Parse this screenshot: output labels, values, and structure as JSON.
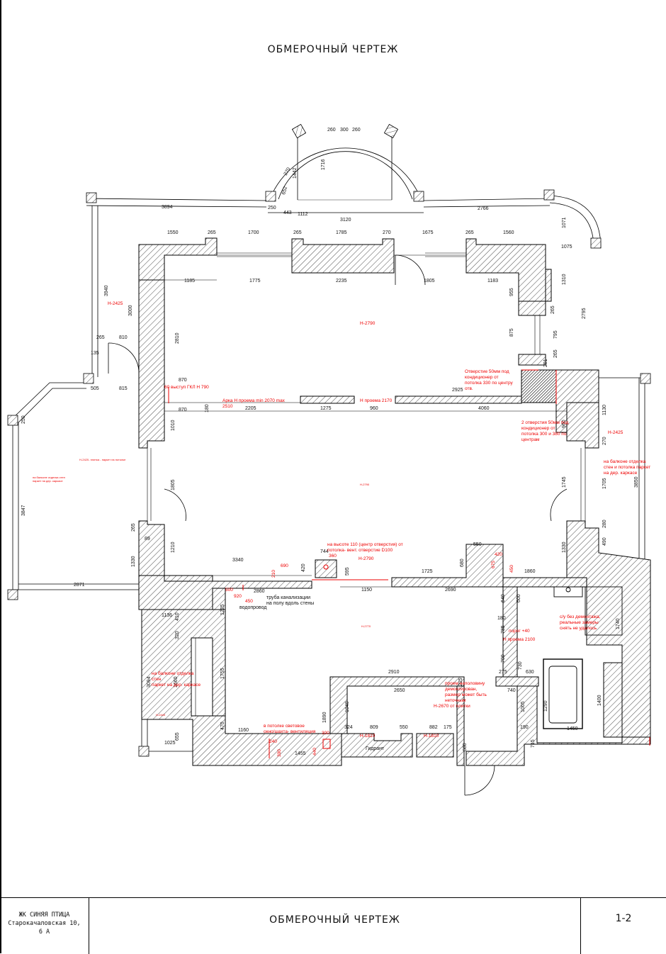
{
  "sheet": {
    "title_top": "ОБМЕРОЧНЫЙ ЧЕРТЕЖ",
    "title_stamp": "ОБМЕРОЧНЫЙ ЧЕРТЕЖ",
    "address_line1": "ЖК СИНЯЯ ПТИЦА",
    "address_line2": "Старокачаловская 10,",
    "address_line3": "6 А",
    "sheet_number": "1-2"
  },
  "colors": {
    "annotation": "#e00000",
    "line": "#000000"
  },
  "dimensions": [
    {
      "id": "d1",
      "text": "260"
    },
    {
      "id": "d2",
      "text": "300"
    },
    {
      "id": "d3",
      "text": "260"
    },
    {
      "id": "d4",
      "text": "1716"
    },
    {
      "id": "d5",
      "text": "270"
    },
    {
      "id": "d6",
      "text": "1442"
    },
    {
      "id": "d7",
      "text": "652"
    },
    {
      "id": "d8",
      "text": "250"
    },
    {
      "id": "d9",
      "text": "443"
    },
    {
      "id": "d10",
      "text": "1112"
    },
    {
      "id": "d11",
      "text": "3120"
    },
    {
      "id": "d12",
      "text": "3894"
    },
    {
      "id": "d13",
      "text": "2766"
    },
    {
      "id": "d14",
      "text": "1071"
    },
    {
      "id": "d15",
      "text": "1075"
    },
    {
      "id": "d16",
      "text": "1550"
    },
    {
      "id": "d17",
      "text": "265"
    },
    {
      "id": "d18",
      "text": "1700"
    },
    {
      "id": "d19",
      "text": "265"
    },
    {
      "id": "d20",
      "text": "1785"
    },
    {
      "id": "d21",
      "text": "270"
    },
    {
      "id": "d22",
      "text": "1675"
    },
    {
      "id": "d23",
      "text": "265"
    },
    {
      "id": "d24",
      "text": "1560"
    },
    {
      "id": "d25",
      "text": "1185"
    },
    {
      "id": "d26",
      "text": "1775"
    },
    {
      "id": "d27",
      "text": "2235"
    },
    {
      "id": "d28",
      "text": "1805"
    },
    {
      "id": "d29",
      "text": "1183"
    },
    {
      "id": "d30",
      "text": "1310"
    },
    {
      "id": "d31",
      "text": "2795"
    },
    {
      "id": "d32",
      "text": "3940"
    },
    {
      "id": "d33",
      "text": "3000"
    },
    {
      "id": "d34",
      "text": "2810"
    },
    {
      "id": "d35",
      "text": "955"
    },
    {
      "id": "d36",
      "text": "265"
    },
    {
      "id": "d37",
      "text": "875"
    },
    {
      "id": "d38",
      "text": "795"
    },
    {
      "id": "d39",
      "text": "265"
    },
    {
      "id": "d40",
      "text": "201"
    },
    {
      "id": "d41",
      "text": "265"
    },
    {
      "id": "d42",
      "text": "810"
    },
    {
      "id": "d43",
      "text": "135"
    },
    {
      "id": "d44",
      "text": "505"
    },
    {
      "id": "d45",
      "text": "815"
    },
    {
      "id": "d46",
      "text": "870"
    },
    {
      "id": "d47",
      "text": "870"
    },
    {
      "id": "d48",
      "text": "180"
    },
    {
      "id": "d49",
      "text": "2205"
    },
    {
      "id": "d50",
      "text": "1275"
    },
    {
      "id": "d51",
      "text": "960"
    },
    {
      "id": "d52",
      "text": "4060"
    },
    {
      "id": "d53",
      "text": "2925"
    },
    {
      "id": "d54",
      "text": "1130"
    },
    {
      "id": "d55",
      "text": "960"
    },
    {
      "id": "d56",
      "text": "270"
    },
    {
      "id": "d57",
      "text": "1705"
    },
    {
      "id": "d58",
      "text": "3850"
    },
    {
      "id": "d59",
      "text": "250"
    },
    {
      "id": "d60",
      "text": "1010"
    },
    {
      "id": "d61",
      "text": "1805"
    },
    {
      "id": "d62",
      "text": "1745"
    },
    {
      "id": "d63",
      "text": "3847"
    },
    {
      "id": "d64",
      "text": "265"
    },
    {
      "id": "d65",
      "text": "89"
    },
    {
      "id": "d66",
      "text": "1210"
    },
    {
      "id": "d67",
      "text": "1330"
    },
    {
      "id": "d68",
      "text": "280"
    },
    {
      "id": "d69",
      "text": "490"
    },
    {
      "id": "d70",
      "text": "1330"
    },
    {
      "id": "d71",
      "text": "3340"
    },
    {
      "id": "d72",
      "text": "420"
    },
    {
      "id": "d73",
      "text": "744"
    },
    {
      "id": "d74",
      "text": "595"
    },
    {
      "id": "d75",
      "text": "550"
    },
    {
      "id": "d76",
      "text": "680"
    },
    {
      "id": "d77",
      "text": "1725"
    },
    {
      "id": "d78",
      "text": "1860"
    },
    {
      "id": "d79",
      "text": "2871"
    },
    {
      "id": "d80",
      "text": "2860"
    },
    {
      "id": "d81",
      "text": "1150"
    },
    {
      "id": "d82",
      "text": "2690"
    },
    {
      "id": "d83",
      "text": "1136"
    },
    {
      "id": "d84",
      "text": "410"
    },
    {
      "id": "d85",
      "text": "1225"
    },
    {
      "id": "d86",
      "text": "320"
    },
    {
      "id": "d87",
      "text": "640"
    },
    {
      "id": "d88",
      "text": "600"
    },
    {
      "id": "d89",
      "text": "180"
    },
    {
      "id": "d90",
      "text": "785"
    },
    {
      "id": "d91",
      "text": "700"
    },
    {
      "id": "d92",
      "text": "1740"
    },
    {
      "id": "d93",
      "text": "3094"
    },
    {
      "id": "d94",
      "text": "1660"
    },
    {
      "id": "d95",
      "text": "1755"
    },
    {
      "id": "d96",
      "text": "2910"
    },
    {
      "id": "d97",
      "text": "275"
    },
    {
      "id": "d98",
      "text": "730"
    },
    {
      "id": "d99",
      "text": "630"
    },
    {
      "id": "d100",
      "text": "2650"
    },
    {
      "id": "d101",
      "text": "225"
    },
    {
      "id": "d102",
      "text": "740"
    },
    {
      "id": "d103",
      "text": "1290"
    },
    {
      "id": "d104",
      "text": "1400"
    },
    {
      "id": "d105",
      "text": "1890"
    },
    {
      "id": "d106",
      "text": "1040"
    },
    {
      "id": "d107",
      "text": "1005"
    },
    {
      "id": "d108",
      "text": "470"
    },
    {
      "id": "d109",
      "text": "1160"
    },
    {
      "id": "d110",
      "text": "324"
    },
    {
      "id": "d111",
      "text": "809"
    },
    {
      "id": "d112",
      "text": "550"
    },
    {
      "id": "d113",
      "text": "882"
    },
    {
      "id": "d114",
      "text": "175"
    },
    {
      "id": "d115",
      "text": "190"
    },
    {
      "id": "d116",
      "text": "1450"
    },
    {
      "id": "d117",
      "text": "655"
    },
    {
      "id": "d118",
      "text": "1025"
    },
    {
      "id": "d119",
      "text": "1455"
    },
    {
      "id": "d120",
      "text": "715"
    },
    {
      "id": "d121",
      "text": "680"
    }
  ],
  "annotations": [
    {
      "id": "a1",
      "text": "Н-2425"
    },
    {
      "id": "a2",
      "text": "Н-2790"
    },
    {
      "id": "a3",
      "text": "Отверстие 50мм под"
    },
    {
      "id": "a4",
      "text": "кондиционер от"
    },
    {
      "id": "a5",
      "text": "потолка 330 по центру"
    },
    {
      "id": "a6",
      "text": "отв."
    },
    {
      "id": "a7",
      "text": "60 выступ ГКЛ Н 790"
    },
    {
      "id": "a8",
      "text": "Арка Н проема  min 2070 max"
    },
    {
      "id": "a9",
      "text": "2510"
    },
    {
      "id": "a10",
      "text": "Н проема 2170"
    },
    {
      "id": "a11",
      "text": "2 отверстия 50мм под"
    },
    {
      "id": "a12",
      "text": "кондиционер от"
    },
    {
      "id": "a13",
      "text": "потолка 300 и 380 по"
    },
    {
      "id": "a14",
      "text": "центрам"
    },
    {
      "id": "a15",
      "text": "Н-2425"
    },
    {
      "id": "a16",
      "text": "на балконе отделка"
    },
    {
      "id": "a17",
      "text": "стен и потолка паркет"
    },
    {
      "id": "a18",
      "text": "на дер. каркасе"
    },
    {
      "id": "a19",
      "text": "Н-2420- плитка - паркет на потолке"
    },
    {
      "id": "a20",
      "text": "на балконе отделка стен"
    },
    {
      "id": "a21",
      "text": "паркет на дер. каркасе"
    },
    {
      "id": "a22",
      "text": "Н-2790"
    },
    {
      "id": "a23",
      "text": "на высоте 110 (центр отверстия)  от"
    },
    {
      "id": "a24",
      "text": "потолка- вент. отверстие D100"
    },
    {
      "id": "a25",
      "text": "Н-2790"
    },
    {
      "id": "a26",
      "text": "360"
    },
    {
      "id": "a27",
      "text": "210"
    },
    {
      "id": "a28",
      "text": "690"
    },
    {
      "id": "a29",
      "text": "420"
    },
    {
      "id": "a30",
      "text": "675"
    },
    {
      "id": "a31",
      "text": "450"
    },
    {
      "id": "a32",
      "text": "500"
    },
    {
      "id": "a33",
      "text": "920"
    },
    {
      "id": "a34",
      "text": "450"
    },
    {
      "id": "a35",
      "text": "водопровод"
    },
    {
      "id": "a36",
      "text": "труба канализации"
    },
    {
      "id": "a37",
      "text": "на полу вдоль стены"
    },
    {
      "id": "a38",
      "text": "Н-2770"
    },
    {
      "id": "a39",
      "text": "с/у без демонтажа,"
    },
    {
      "id": "a40",
      "text": "реальные замеры"
    },
    {
      "id": "a41",
      "text": "снять не удалось"
    },
    {
      "id": "a42",
      "text": "порог +40"
    },
    {
      "id": "a43",
      "text": "Н  проема 2100"
    },
    {
      "id": "a44",
      "text": "на балконе отделка"
    },
    {
      "id": "a45",
      "text": "стен"
    },
    {
      "id": "a46",
      "text": "паркет на дер. каркасе"
    },
    {
      "id": "a47",
      "text": "Н-2443"
    },
    {
      "id": "a48",
      "text": "проем наполовину"
    },
    {
      "id": "a49",
      "text": "демонтирован,"
    },
    {
      "id": "a50",
      "text": "размер может быть"
    },
    {
      "id": "a51",
      "text": "неточным"
    },
    {
      "id": "a52",
      "text": "Н-2670 от плитки"
    },
    {
      "id": "a53",
      "text": "в потолке световое"
    },
    {
      "id": "a54",
      "text": "окно/шахта- вентиляция"
    },
    {
      "id": "a55",
      "text": "300"
    },
    {
      "id": "a56",
      "text": "440"
    },
    {
      "id": "a57",
      "text": "240"
    },
    {
      "id": "a58",
      "text": "300"
    },
    {
      "id": "a59",
      "text": "Н-1810"
    },
    {
      "id": "a60",
      "text": "Н-1810"
    },
    {
      "id": "a61",
      "text": "Гидрант"
    }
  ]
}
